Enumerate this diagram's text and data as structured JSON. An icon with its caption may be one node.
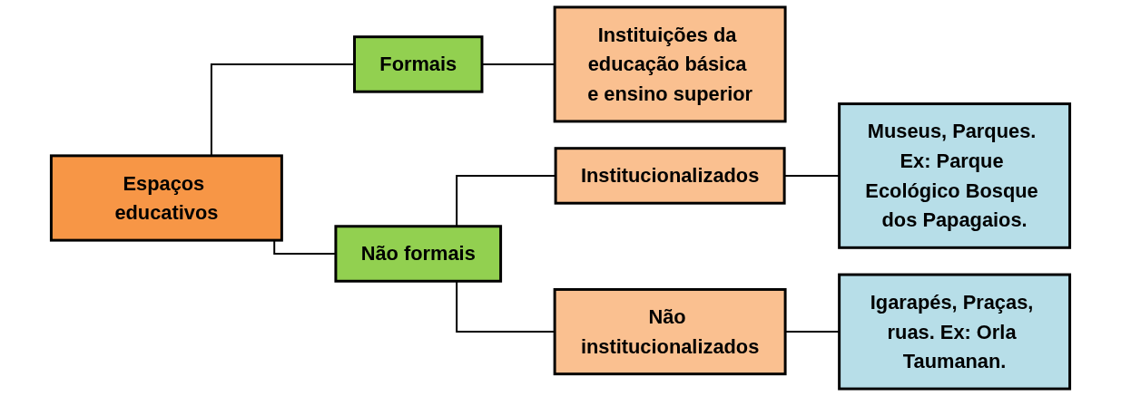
{
  "diagram": {
    "nodes": [
      {
        "text": [
          "Espaços educativos"
        ]
      },
      {
        "text": [
          "Formais"
        ]
      },
      {
        "text": [
          "Não formais"
        ]
      },
      {
        "text": [
          "Instituições da educação básica e ensino superior"
        ]
      },
      {
        "text": [
          "Institucionalizados"
        ]
      },
      {
        "text": [
          "Não institucionalizados"
        ]
      },
      {
        "text": [
          "Museus, Parques. Ex: Parque Ecológico Bosque dos Papagaios."
        ]
      },
      {
        "text": [
          "Igarapés, Praças, ruas. Ex: Orla Taumanan."
        ]
      }
    ],
    "edges": [
      {
        "from": 0,
        "to": 1,
        "arrow": "none"
      },
      {
        "from": 0,
        "to": 2,
        "arrow": "none"
      },
      {
        "from": 1,
        "to": 3,
        "arrow": "none"
      },
      {
        "from": 2,
        "to": 4,
        "arrow": "none"
      },
      {
        "from": 2,
        "to": 5,
        "arrow": "none"
      },
      {
        "from": 4,
        "to": 6,
        "arrow": "none"
      },
      {
        "from": 5,
        "to": 7,
        "arrow": "none"
      }
    ]
  }
}
